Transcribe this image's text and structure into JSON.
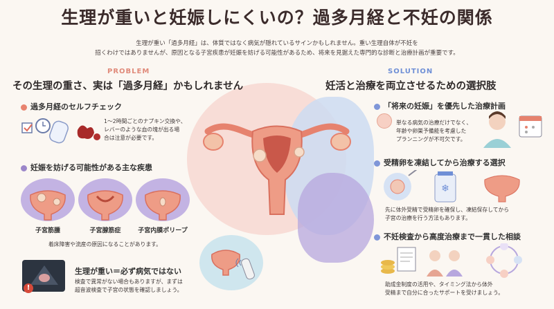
{
  "title": "生理が重いと妊娠しにくいの？過多月経と不妊の関係",
  "intro": {
    "line1": "生理が重い「過多月経」は、体質ではなく病気が隠れているサインかもしれません。重い生理自体が不妊を",
    "line2": "招くわけではありませんが、原因となる子宮疾患が妊娠を妨げる可能性があるため、将来を見据えた専門的な診断と治療計画が重要です。"
  },
  "problem": {
    "tag": "PROBLEM",
    "heading": "その生理の重さ、実は「過多月経」かもしれません",
    "check": {
      "title": "過多月経のセルフチェック",
      "text1": "1～2時間ごとのナプキン交換や、",
      "text2": "レバーのような血の塊が出る場",
      "text3": "合は注意が必要です。"
    },
    "diseases": {
      "title": "妊娠を妨げる可能性がある主な疾患",
      "items": [
        "子宮筋腫",
        "子宮腺筋症",
        "子宮内膜ポリープ"
      ],
      "note": "着床障害や流産の原因になることがあります。"
    },
    "ultrasound": {
      "title": "生理が重い＝必ず病気ではない",
      "text1": "検査で異常がない場合もありますが、まずは",
      "text2": "超音波検査で子宮の状態を確認しましょう。"
    }
  },
  "solution": {
    "tag": "SOLUTION",
    "heading": "妊活と治療を両立させるための選択肢",
    "plan": {
      "title": "「将来の妊娠」を優先した治療計画",
      "text1": "単なる病気の治療だけでなく、",
      "text2": "年齢や卵巣予備能を考慮した",
      "text3": "プランニングが不可欠です。"
    },
    "freeze": {
      "title": "受精卵を凍結してから治療する選択",
      "text1": "先に体外受精で受精卵を確保し、凍結保存してから",
      "text2": "子宮の治療を行う方法もあります。"
    },
    "consult": {
      "title": "不妊検査から高度治療まで一貫した相談",
      "text1": "助成金制度の活用や、タイミング法から体外",
      "text2": "受精まで自分に合ったサポートを受けましょう。"
    }
  },
  "colors": {
    "problem_dot": "#e8836f",
    "disease_dot": "#9b86c9",
    "solution_dot": "#7f96d8",
    "uterus": "#e6826e"
  }
}
